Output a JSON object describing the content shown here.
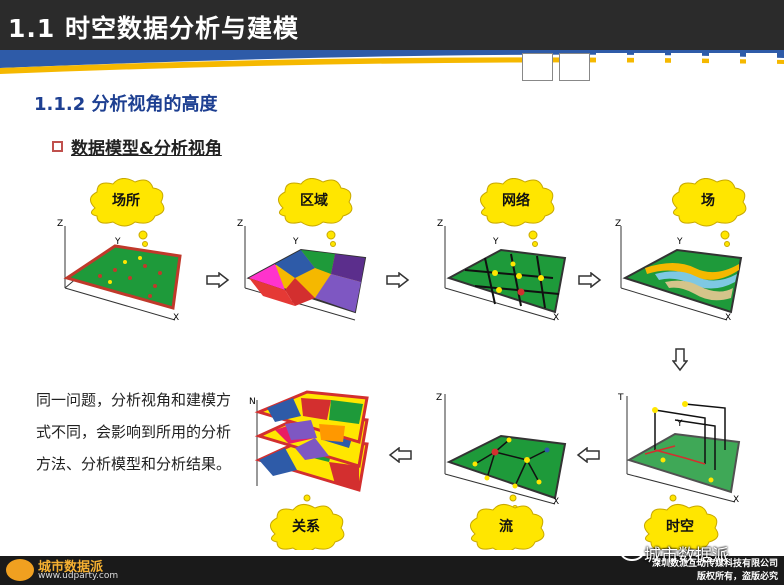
{
  "header": {
    "title": "1.1 时空数据分析与建模"
  },
  "subheading": "1.1.2 分析视角的高度",
  "bullet": "数据模型&分析视角",
  "panels": [
    {
      "label": "场所"
    },
    {
      "label": "区域"
    },
    {
      "label": "网络"
    },
    {
      "label": "场"
    },
    {
      "label": "时空"
    },
    {
      "label": "流"
    },
    {
      "label": "关系"
    }
  ],
  "paragraph": "同一问题，分析视角和建模方式不同，会影响到所用的分析方法、分析模型和分析结果。",
  "axes": {
    "x": "X",
    "y": "Y",
    "z": "Z",
    "t": "T",
    "n": "N"
  },
  "footer": {
    "brand": "城市数据派",
    "url": "www.udparty.com",
    "watermark": "城市数据派",
    "company": "深圳数派互动传媒科技有限公司",
    "rights": "版权所有，盗版必究"
  },
  "colors": {
    "header_bg": "#2b2b2b",
    "accent_blue": "#1d3f91",
    "accent_yellow": "#f5b800",
    "map_green": "#1e9a3a",
    "cloud_yellow": "#ffe600"
  }
}
